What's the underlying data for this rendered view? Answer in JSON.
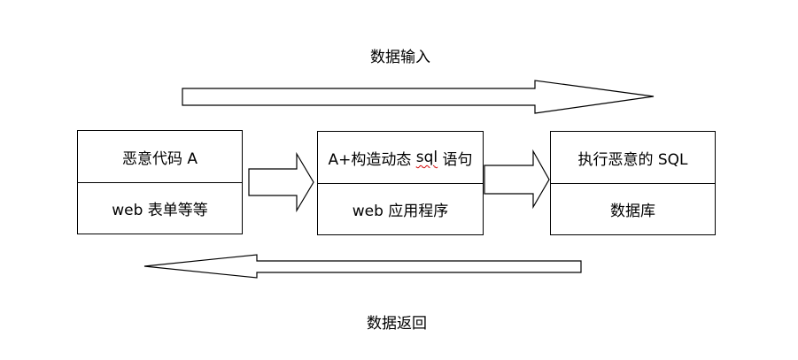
{
  "diagram": {
    "title_top": "数据输入",
    "title_bottom": "数据返回",
    "nodes": [
      {
        "id": "attacker",
        "top": "恶意代码 A",
        "bottom": "web 表单等等"
      },
      {
        "id": "webapp",
        "top_prefix": "A+构造动态 ",
        "top_squiggle": "sql",
        "top_suffix": " 语句",
        "bottom": "web 应用程序"
      },
      {
        "id": "database",
        "top": "执行恶意的 SQL",
        "bottom": "数据库"
      }
    ],
    "edges": [
      {
        "from": "attacker",
        "to": "webapp",
        "style": "block-arrow"
      },
      {
        "from": "webapp",
        "to": "database",
        "style": "block-arrow"
      }
    ],
    "flows": [
      {
        "label": "数据输入",
        "direction": "right"
      },
      {
        "label": "数据返回",
        "direction": "left"
      }
    ]
  }
}
